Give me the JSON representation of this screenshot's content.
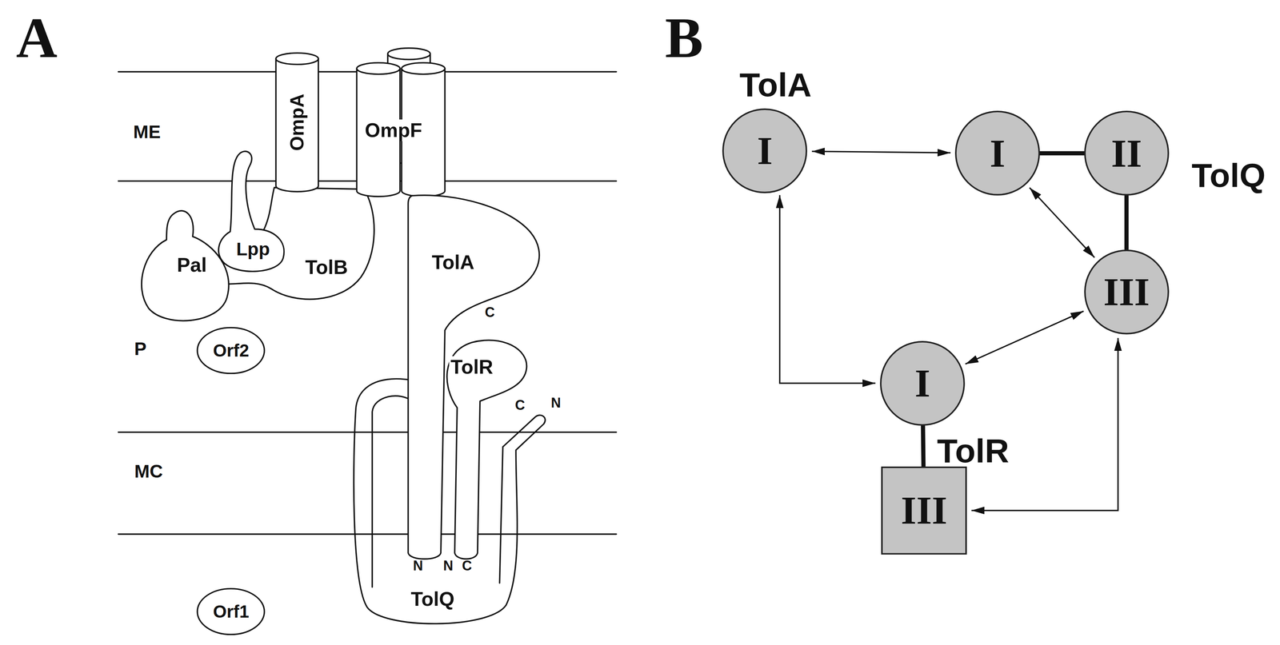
{
  "diagram": {
    "nodes": [
      {
        "text": [
          "OmpA"
        ]
      },
      {
        "text": [
          "OmpF"
        ]
      },
      {
        "text": [
          "Lpp"
        ]
      },
      {
        "text": [
          "Pal"
        ]
      },
      {
        "text": [
          "TolB"
        ]
      },
      {
        "text": [
          "TolA"
        ]
      },
      {
        "text": [
          "Orf2"
        ]
      },
      {
        "text": [
          "TolR"
        ]
      },
      {
        "text": [
          "TolQ"
        ]
      },
      {
        "text": [
          "Orf1"
        ]
      },
      {
        "text": [
          "I"
        ]
      },
      {
        "text": [
          "I"
        ]
      },
      {
        "text": [
          "II"
        ]
      },
      {
        "text": [
          "III"
        ]
      },
      {
        "text": [
          "I"
        ]
      },
      {
        "text": [
          "III"
        ]
      }
    ],
    "edges": [
      {
        "from": 10,
        "to": 11,
        "arrow": "both"
      },
      {
        "from": 11,
        "to": 12,
        "arrow": "none"
      },
      {
        "from": 12,
        "to": 13,
        "arrow": "none"
      },
      {
        "from": 11,
        "to": 13,
        "arrow": "both"
      },
      {
        "from": 10,
        "to": 14,
        "arrow": "both"
      },
      {
        "from": 13,
        "to": 14,
        "arrow": "both"
      },
      {
        "from": 14,
        "to": 15,
        "arrow": "none"
      },
      {
        "from": 15,
        "to": 13,
        "arrow": "both"
      }
    ],
    "labels": [
      "A",
      "ME",
      "P",
      "MC",
      "C",
      "C",
      "N",
      "N",
      "N",
      "C",
      "B",
      "TolA",
      "TolQ",
      "TolR"
    ]
  }
}
